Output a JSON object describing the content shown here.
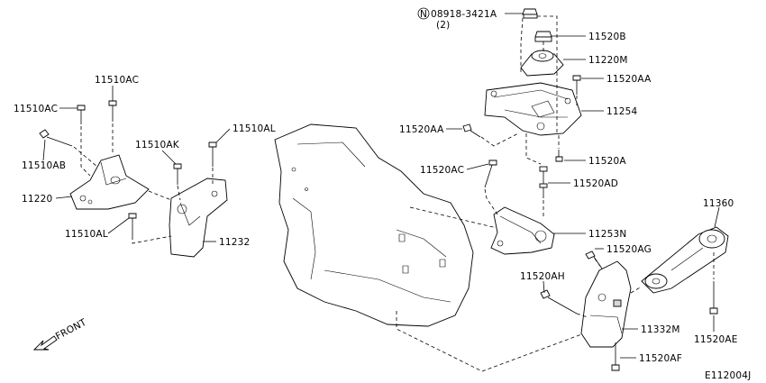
{
  "diagram": {
    "parts": {
      "p08918_line1": "08918-3421A",
      "p08918_line2": "(2)",
      "p11520B": "11520B",
      "p11220M": "11220M",
      "p11520AA_r": "11520AA",
      "p11254": "11254",
      "p11520AA_l": "11520AA",
      "p11520A": "11520A",
      "p11520AC": "11520AC",
      "p11520AD": "11520AD",
      "p11253N": "11253N",
      "p11520AG": "11520AG",
      "p11360": "11360",
      "p11520AH": "11520AH",
      "p11332M": "11332M",
      "p11520AE": "11520AE",
      "p11520AF": "11520AF",
      "p11510AC_top": "11510AC",
      "p11510AC_left": "11510AC",
      "p11510AB": "11510AB",
      "p11510AK": "11510AK",
      "p11510AL_top": "11510AL",
      "p11220": "11220",
      "p11510AL_bot": "11510AL",
      "p11232": "11232"
    },
    "n_symbol": "N",
    "front_label": "FRONT",
    "diagram_code": "E112004J"
  }
}
